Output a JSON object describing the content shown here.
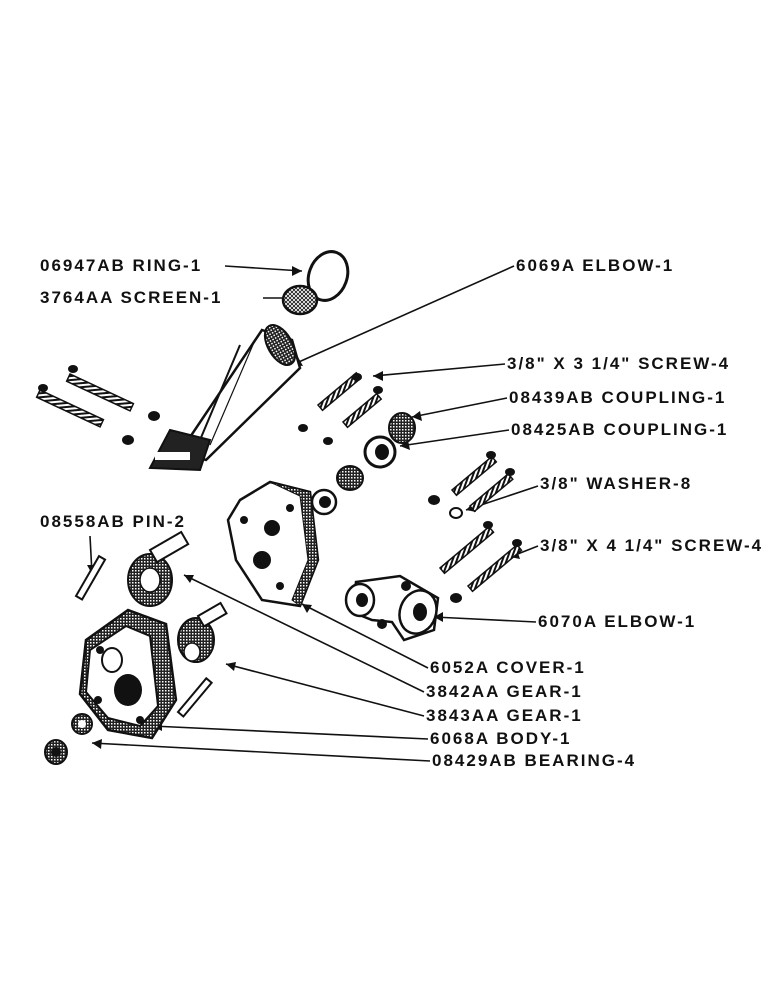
{
  "colors": {
    "ink": "#111111",
    "paper": "#ffffff"
  },
  "callouts": [
    {
      "id": "ring",
      "text": "06947AB RING-1"
    },
    {
      "id": "screen",
      "text": "3764AA SCREEN-1"
    },
    {
      "id": "elbow-top",
      "text": "6069A ELBOW-1"
    },
    {
      "id": "screw-3-25",
      "text": "3/8\" X 3 1/4\" SCREW-4"
    },
    {
      "id": "coupling-a",
      "text": "08439AB COUPLING-1"
    },
    {
      "id": "coupling-b",
      "text": "08425AB COUPLING-1"
    },
    {
      "id": "washer",
      "text": "3/8\" WASHER-8"
    },
    {
      "id": "screw-4-25",
      "text": "3/8\" X 4 1/4\" SCREW-4"
    },
    {
      "id": "pin",
      "text": "08558AB PIN-2"
    },
    {
      "id": "elbow-side",
      "text": "6070A ELBOW-1"
    },
    {
      "id": "cover",
      "text": "6052A COVER-1"
    },
    {
      "id": "gear-a",
      "text": "3842AA GEAR-1"
    },
    {
      "id": "gear-b",
      "text": "3843AA GEAR-1"
    },
    {
      "id": "body",
      "text": "6068A BODY-1"
    },
    {
      "id": "bearing",
      "text": "08429AB BEARING-4"
    }
  ]
}
